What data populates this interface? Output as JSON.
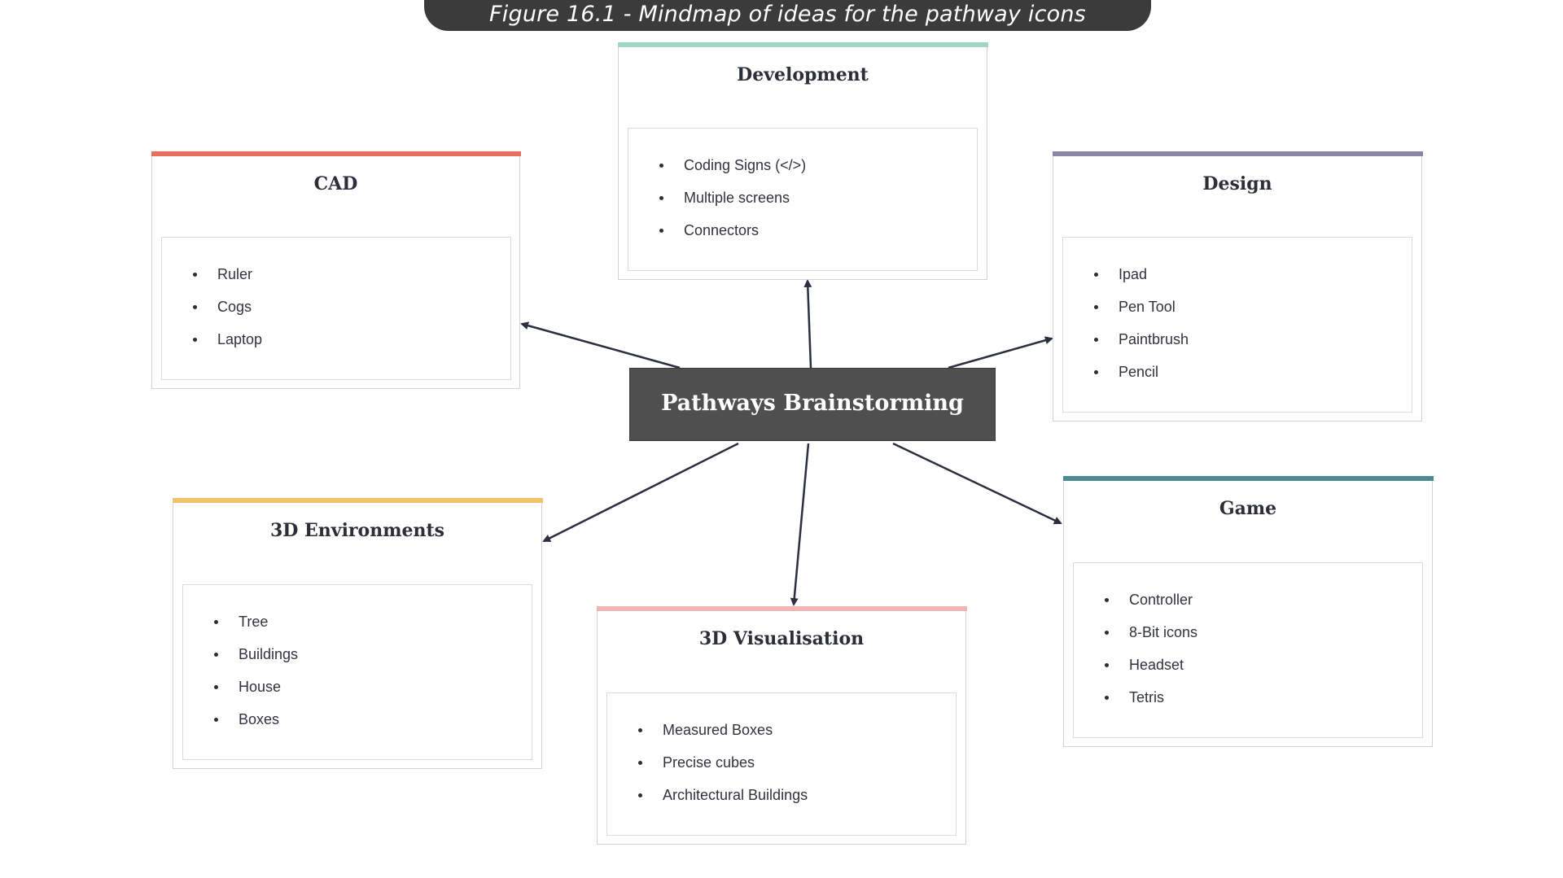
{
  "caption": "Figure 16.1 - Mindmap of ideas for the pathway icons",
  "center": "Pathways Brainstorming",
  "nodes": {
    "development": {
      "title": "Development",
      "items": [
        "Coding Signs (</>)",
        "Multiple screens",
        "Connectors"
      ],
      "color": "#9fd7c3"
    },
    "cad": {
      "title": "CAD",
      "items": [
        "Ruler",
        "Cogs",
        "Laptop"
      ],
      "color": "#e8705a"
    },
    "design": {
      "title": "Design",
      "items": [
        "Ipad",
        "Pen Tool",
        "Paintbrush",
        "Pencil"
      ],
      "color": "#8a84a6"
    },
    "environments": {
      "title": "3D Environments",
      "items": [
        "Tree",
        "Buildings",
        "House",
        "Boxes"
      ],
      "color": "#f4c26b"
    },
    "visualisation": {
      "title": "3D Visualisation",
      "items": [
        "Measured Boxes",
        "Precise cubes",
        "Architectural Buildings"
      ],
      "color": "#f2b5b5"
    },
    "game": {
      "title": "Game",
      "items": [
        "Controller",
        "8-Bit icons",
        "Headset",
        "Tetris"
      ],
      "color": "#4a8a93"
    }
  },
  "colors": {
    "caption_bg": "#3b3b3b",
    "center_bg": "#4f4f4f",
    "arrow": "#2b3040"
  }
}
